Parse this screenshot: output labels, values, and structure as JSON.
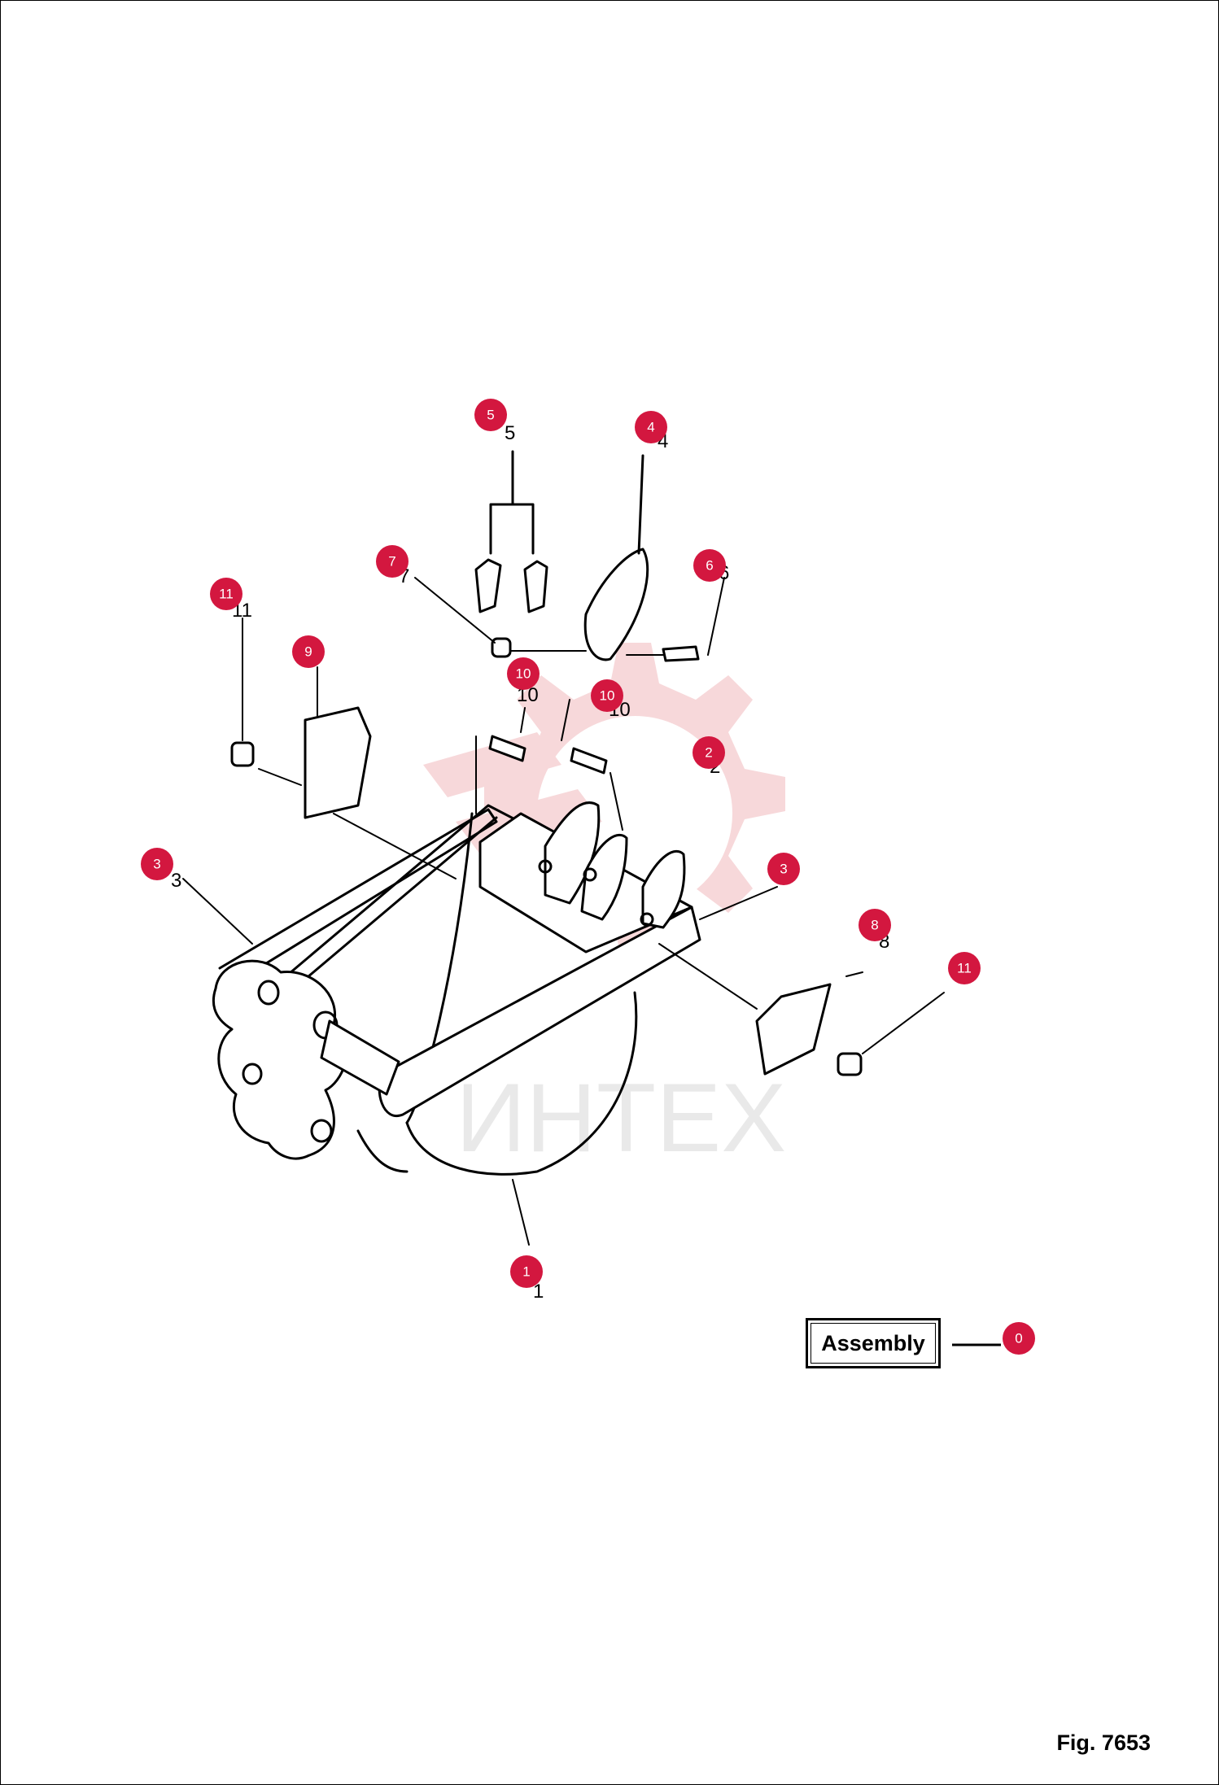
{
  "figure_label": "Fig. 7653",
  "assembly": {
    "label": "Assembly",
    "ref": "0"
  },
  "watermark": {
    "text": "ИНТЕХ",
    "color": "#f4c9cc"
  },
  "badge_color": "#d3173f",
  "callouts": [
    {
      "ref": "5"
    },
    {
      "ref": "4"
    },
    {
      "ref": "7"
    },
    {
      "ref": "6"
    },
    {
      "ref": "11"
    },
    {
      "ref": "9"
    },
    {
      "ref": "10"
    },
    {
      "ref": "10"
    },
    {
      "ref": "2"
    },
    {
      "ref": "3"
    },
    {
      "ref": "3"
    },
    {
      "ref": "8"
    },
    {
      "ref": "11"
    },
    {
      "ref": "1"
    }
  ],
  "drawing_numbers": [
    "5",
    "4",
    "7",
    "6",
    "11",
    "10",
    "10",
    "2",
    "3",
    "8",
    "1"
  ]
}
